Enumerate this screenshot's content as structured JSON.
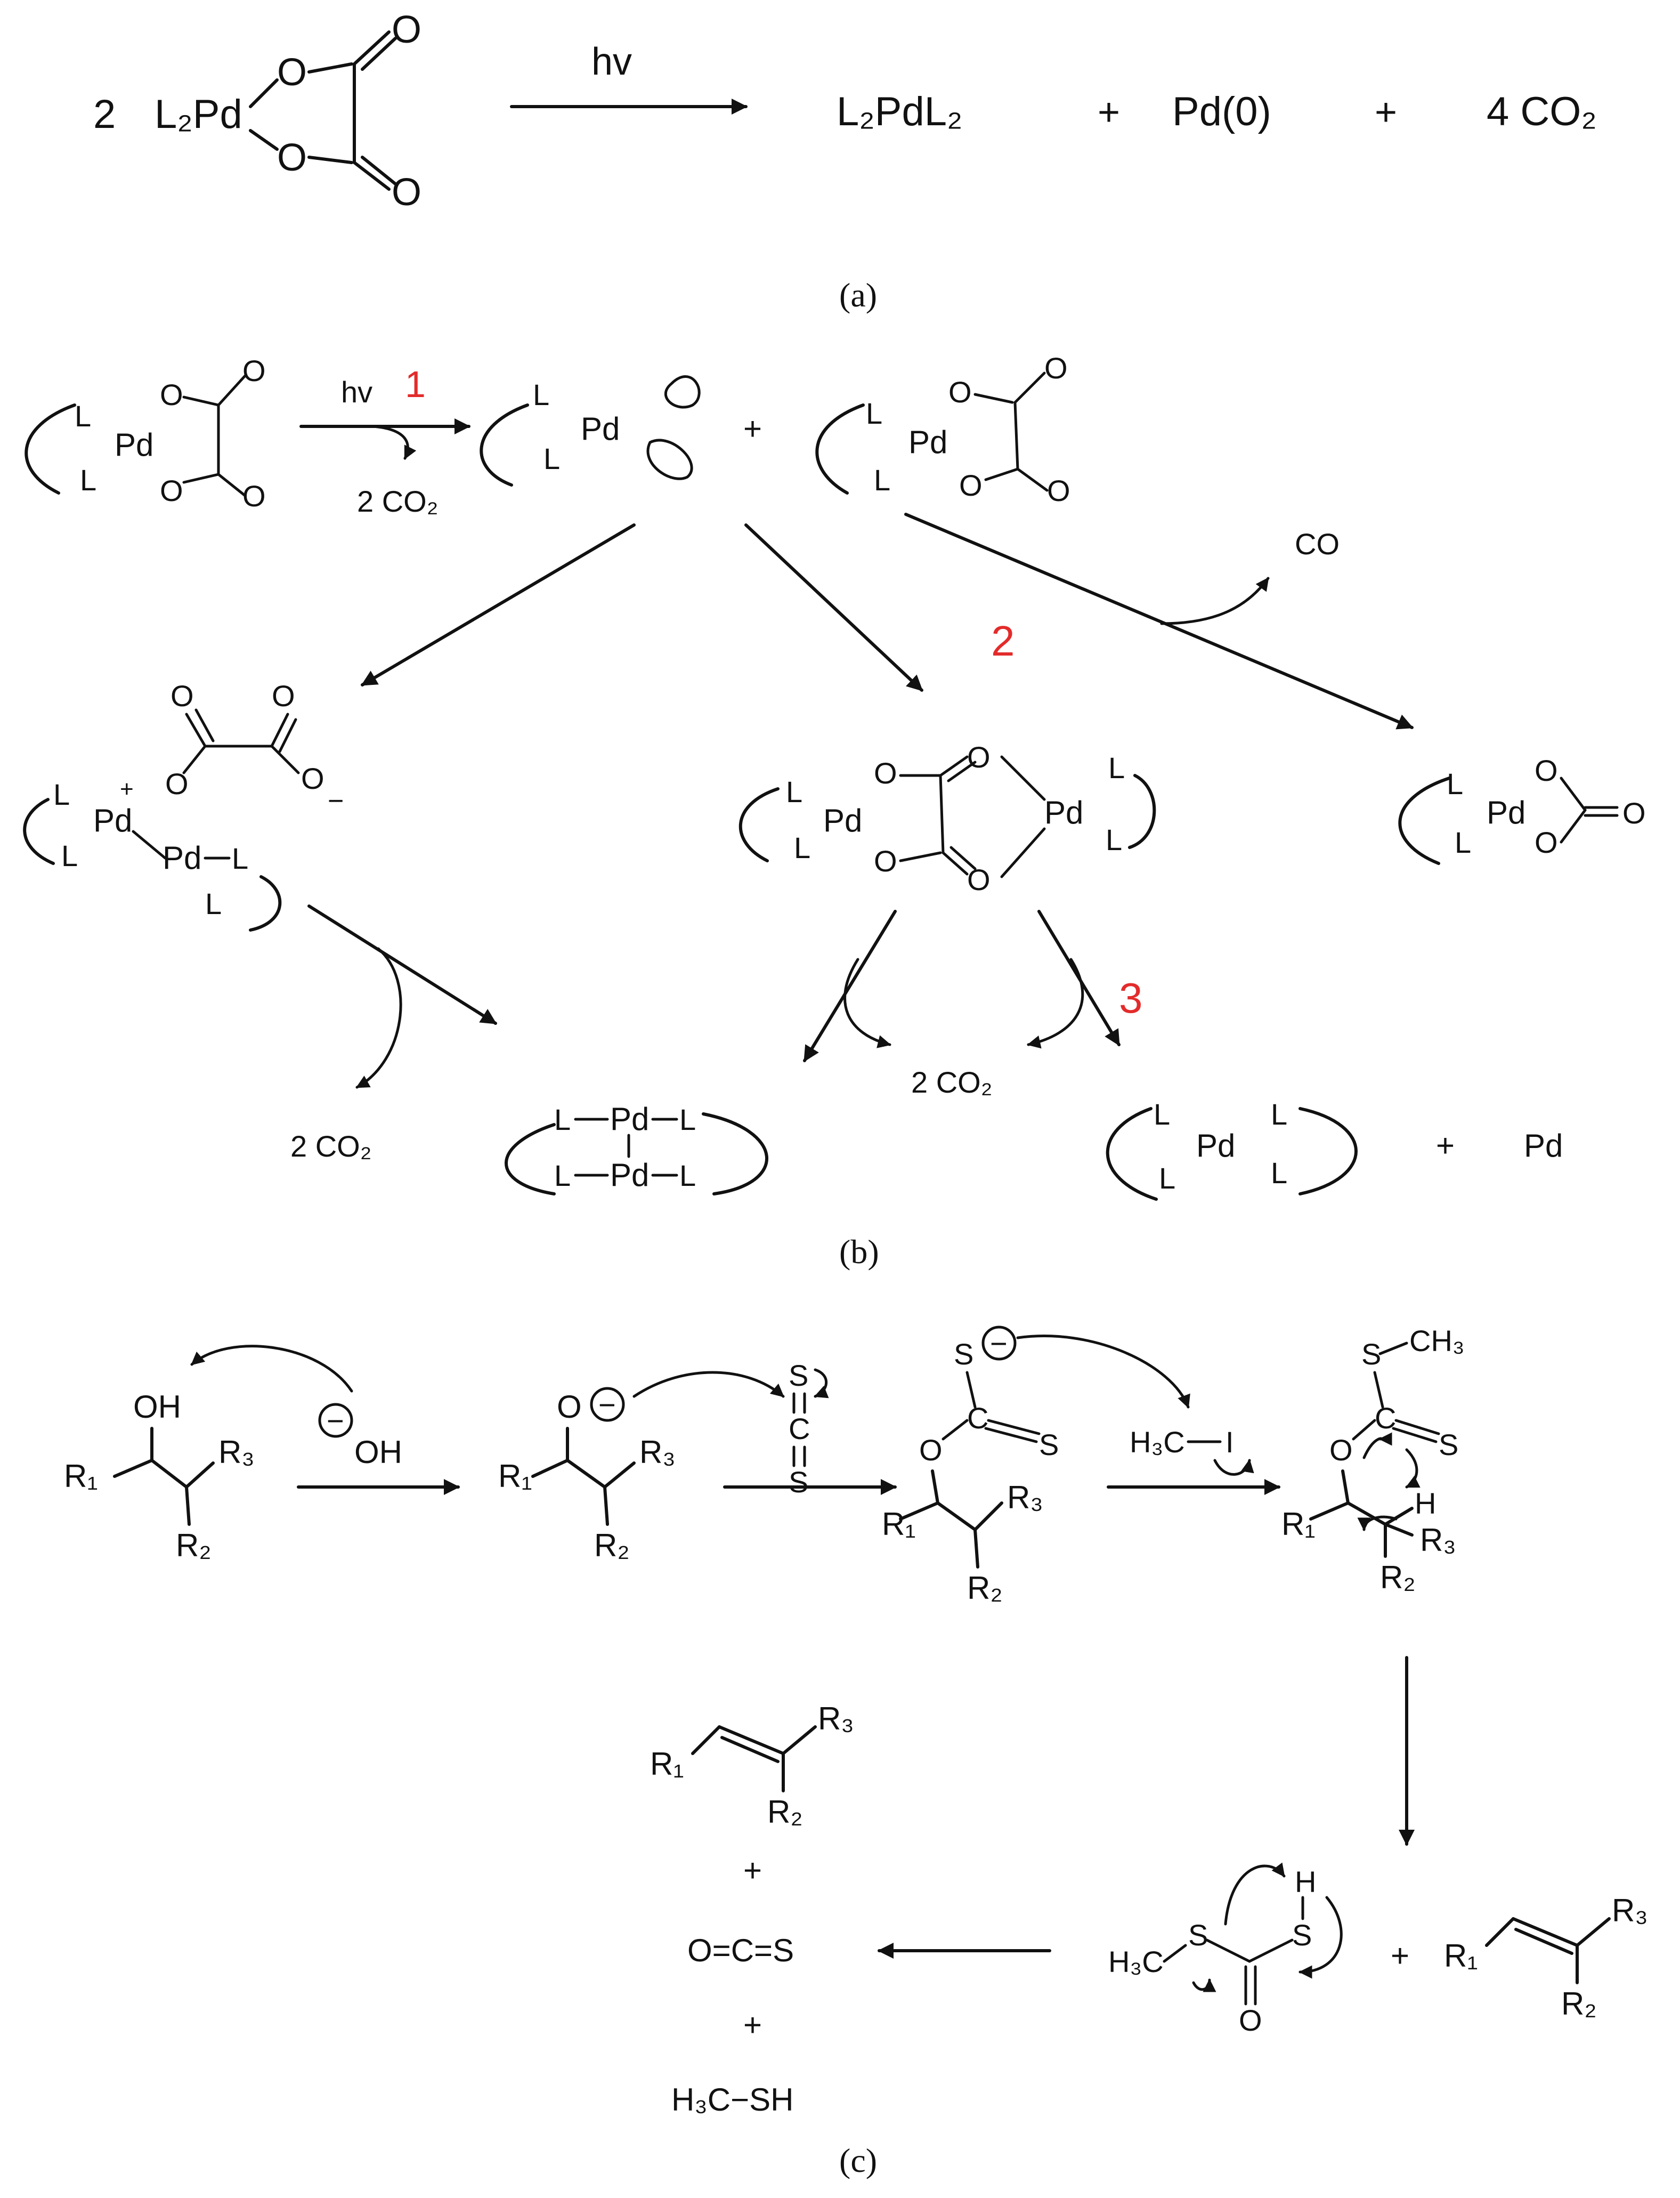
{
  "panels": {
    "a": {
      "caption": "(a)",
      "reactant_coeff": "2",
      "reactant_metal": "L₂Pd",
      "oxygen": "O",
      "arrow_label": "hv",
      "product_1": "L₂PdL₂",
      "plus": "+",
      "product_2": "Pd(0)",
      "product_3": "4 CO₂"
    },
    "b": {
      "caption": "(b)",
      "arrow_label": "hv",
      "step_1": "1",
      "step_2": "2",
      "step_3": "3",
      "co2_step1": "2 CO₂",
      "co2_left": "2 CO₂",
      "co2_center": "2 CO₂",
      "co": "CO",
      "pd": "Pd",
      "ligand": "L",
      "oxygen": "O",
      "plus": "+",
      "charge_plus": "+",
      "charge_minus": "−",
      "pd_product": "Pd"
    },
    "c": {
      "caption": "(c)",
      "oh": "OH",
      "hydroxide": "OH",
      "o": "O",
      "s": "S",
      "c": "C",
      "h": "H",
      "i": "I",
      "h3c": "H₃C",
      "ch3": "CH₃",
      "r1": "R₁",
      "r2": "R₂",
      "r3": "R₃",
      "plus": "+",
      "ocs": "O=C=S",
      "methanethiol": "H₃C−SH",
      "minus_sign": "−"
    }
  }
}
